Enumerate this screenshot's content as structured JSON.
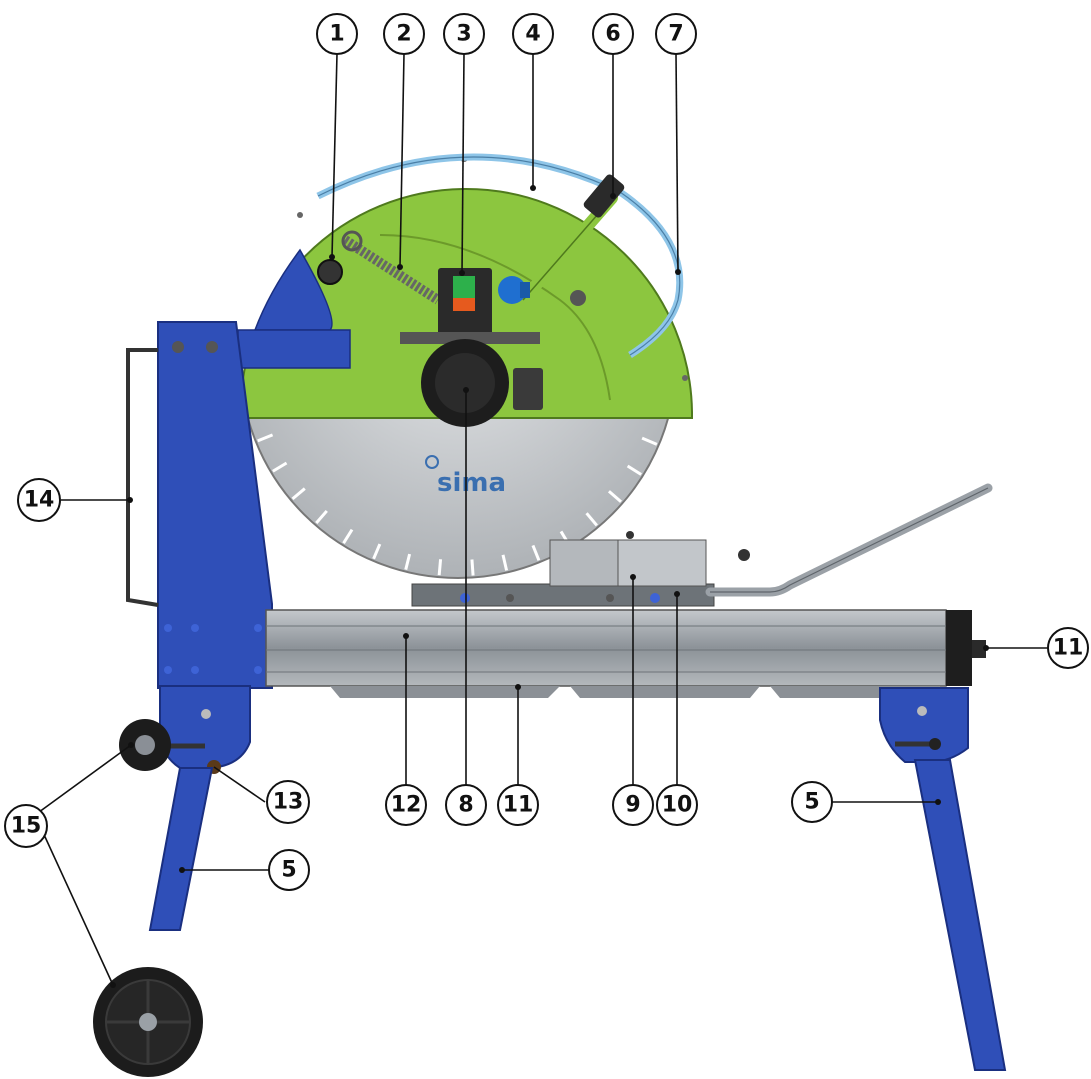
{
  "brand": "sima",
  "colors": {
    "frame_blue": "#2f4fb8",
    "guard_green": "#8cc63f",
    "blade_silver": "#c9ccd0",
    "rail_grey": "#9aa0a6",
    "hose_blue": "#8ec5e8",
    "wheel_black": "#1c1c1c"
  },
  "callouts": [
    {
      "id": "c1",
      "label": "1"
    },
    {
      "id": "c2",
      "label": "2"
    },
    {
      "id": "c3",
      "label": "3"
    },
    {
      "id": "c4",
      "label": "4"
    },
    {
      "id": "c6",
      "label": "6"
    },
    {
      "id": "c7",
      "label": "7"
    },
    {
      "id": "c14",
      "label": "14"
    },
    {
      "id": "c11a",
      "label": "11"
    },
    {
      "id": "c13",
      "label": "13"
    },
    {
      "id": "c12",
      "label": "12"
    },
    {
      "id": "c8",
      "label": "8"
    },
    {
      "id": "c11b",
      "label": "11"
    },
    {
      "id": "c9",
      "label": "9"
    },
    {
      "id": "c10",
      "label": "10"
    },
    {
      "id": "c5a",
      "label": "5"
    },
    {
      "id": "c15",
      "label": "15"
    },
    {
      "id": "c5b",
      "label": "5"
    }
  ]
}
